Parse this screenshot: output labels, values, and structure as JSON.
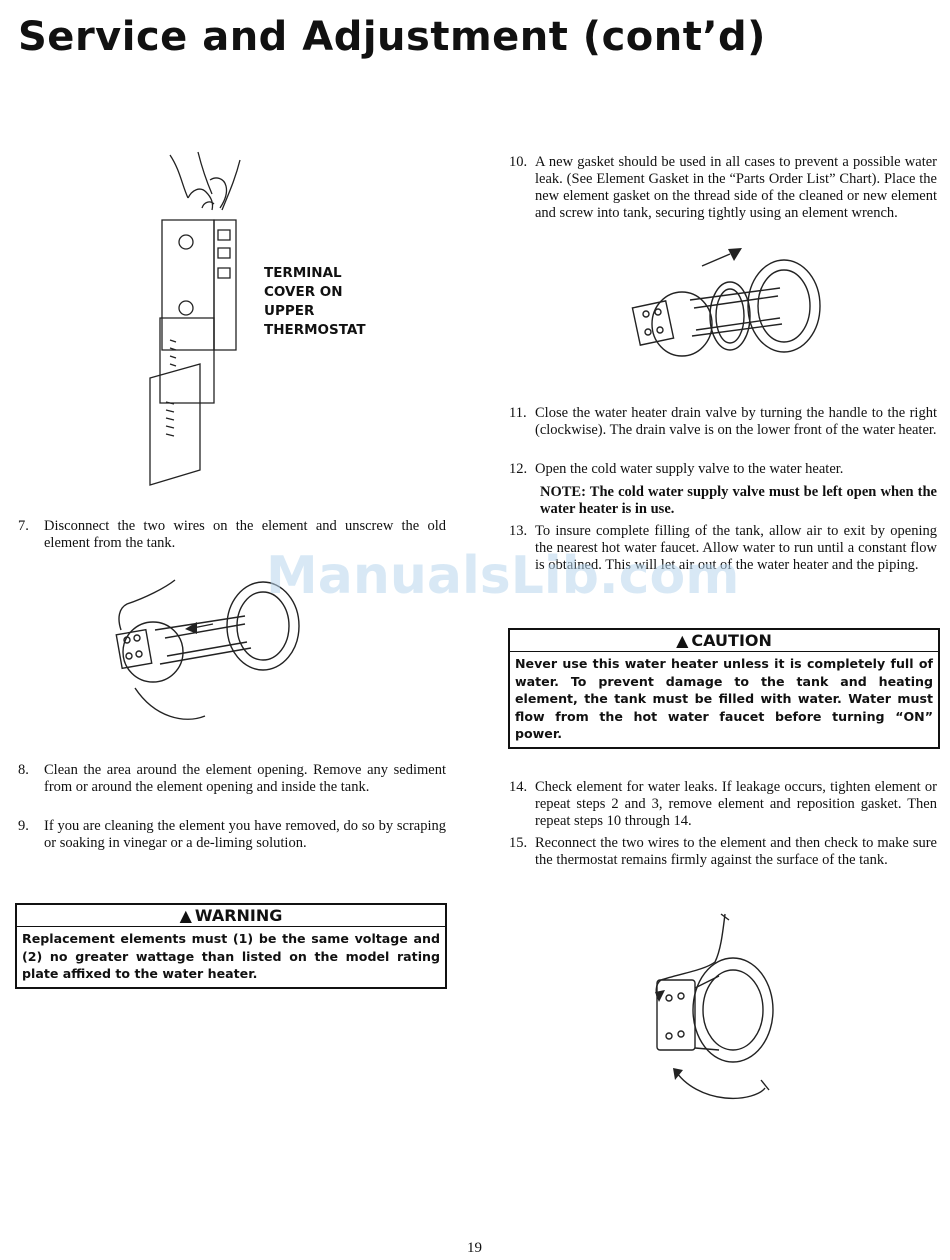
{
  "header": {
    "title": "Service and Adjustment (cont’d)"
  },
  "figure_label": [
    "TERMINAL",
    "COVER ON",
    "UPPER",
    "THERMOSTAT"
  ],
  "left_steps": [
    {
      "num": "7.",
      "text": "Disconnect the two wires on the element and unscrew the old element from the tank."
    },
    {
      "num": "8.",
      "text": "Clean the area around the element opening. Remove any sediment from or around the element opening and inside the tank."
    },
    {
      "num": "9.",
      "text": "If you are cleaning the element you have removed, do so by scraping or soaking in vinegar or a de-liming solution."
    }
  ],
  "warning": {
    "symbol": "▲",
    "heading": "WARNING",
    "text": "Replacement elements must (1) be the same voltage and (2) no greater wattage than listed on the model rating plate affixed to the water heater."
  },
  "right_steps": {
    "step10": {
      "num": "10.",
      "text": "A new gasket should be used in all cases to prevent a possible water leak. (See Element Gasket in the “Parts Order List” Chart). Place the new element gasket on the thread side of the cleaned or new element and screw into tank, securing tightly using an element wrench."
    },
    "step11": {
      "num": "11.",
      "text": "Close the water heater drain valve by turning the handle to the right (clockwise). The drain valve is on the lower front of the water heater."
    },
    "step12": {
      "num": "12.",
      "text": "Open the cold water supply valve to the water heater."
    },
    "note12": "NOTE: The cold water supply valve must be left open when the water heater is in use.",
    "step13": {
      "num": "13.",
      "text": "To insure complete filling of the tank, allow air to exit by opening the nearest hot water faucet. Allow water to run until a constant flow is obtained. This will let air out of the water heater and the piping."
    },
    "step14": {
      "num": "14.",
      "text": "Check element for water leaks. If leakage occurs, tighten element or repeat steps 2 and 3, remove element and reposition gasket. Then repeat steps 10 through 14."
    },
    "step15": {
      "num": "15.",
      "text": "Reconnect the two wires to the element and then check to make sure the thermostat remains firmly against the surface of the tank."
    }
  },
  "caution": {
    "symbol": "▲",
    "heading": "CAUTION",
    "text": "Never use this water heater unless it is completely full of water. To prevent damage to the tank and heating element, the tank must be filled with water. Water must flow from the hot water faucet before turning “ON” power."
  },
  "watermark": "ManualsLib.com",
  "footer": {
    "page_number": "19"
  },
  "icons": [
    "warning-triangle-icon",
    "caution-triangle-icon"
  ]
}
